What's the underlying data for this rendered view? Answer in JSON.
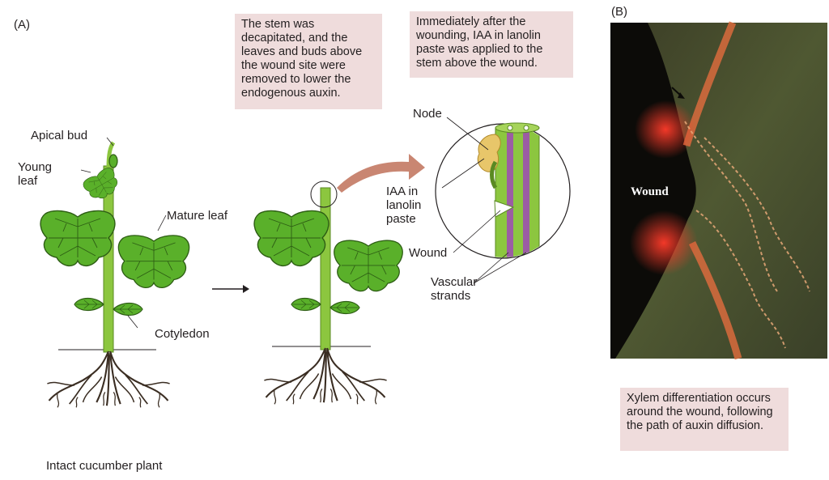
{
  "panel_a": {
    "label": "(A)",
    "caption_decapitation": "The stem was decapitated, and the leaves and buds above the wound site were removed to lower the endogenous auxin.",
    "caption_iaa": "Immediately after the wounding, IAA in lanolin paste was applied to the stem above the wound.",
    "labels": {
      "apical_bud": "Apical bud",
      "young_leaf": "Young\nleaf",
      "mature_leaf": "Mature leaf",
      "cotyledon": "Cotyledon",
      "intact_plant": "Intact cucumber plant",
      "node": "Node",
      "iaa_paste": "IAA in\nlanolin\npaste",
      "wound": "Wound",
      "vascular_strands": "Vascular\nstrands"
    }
  },
  "panel_b": {
    "label": "(B)",
    "wound_label": "Wound",
    "caption": "Xylem differentiation occurs around the wound, following the path of auxin diffusion."
  },
  "colors": {
    "leaf": "#5ab02a",
    "stem": "#8cc63f",
    "vascular": "#9b5da3",
    "paste": "#e8c66a",
    "caption_bg": "#efdcdc",
    "arrow": "#c98672"
  }
}
